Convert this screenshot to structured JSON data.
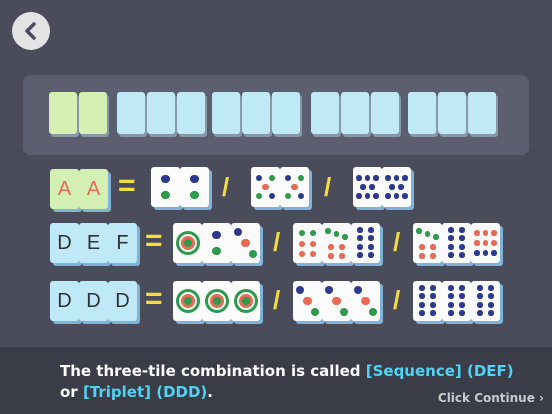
{
  "colors": {
    "background": "#4a4c5b",
    "accent_yellow": "#f5dd3f",
    "highlight": "#4fd3f2",
    "tile_red": "#e86a55",
    "tile_green": "#2e9a4c",
    "tile_blue": "#2b3a8f"
  },
  "header": {
    "back_icon": "chevron-left-icon"
  },
  "board": {
    "slots": [
      "green",
      "green",
      "blue",
      "blue",
      "blue",
      "blue",
      "blue",
      "blue",
      "blue",
      "blue",
      "blue",
      "blue",
      "blue",
      "blue"
    ]
  },
  "pair_row": {
    "letters": [
      "A",
      "A"
    ],
    "equals": "=",
    "separators": [
      "/",
      "/"
    ]
  },
  "sequence_row": {
    "letters": [
      "D",
      "E",
      "F"
    ],
    "equals": "=",
    "separators": [
      "/",
      "/"
    ]
  },
  "triplet_row": {
    "letters": [
      "D",
      "D",
      "D"
    ],
    "equals": "=",
    "separators": [
      "/",
      "/"
    ]
  },
  "message": {
    "part1": "The three-tile combination is called ",
    "sequence": "[Sequence] (DEF)",
    "part2": "or ",
    "triplet": "[Triplet] (DDD)",
    "part3": "."
  },
  "continue_label": "Click Continue ›"
}
